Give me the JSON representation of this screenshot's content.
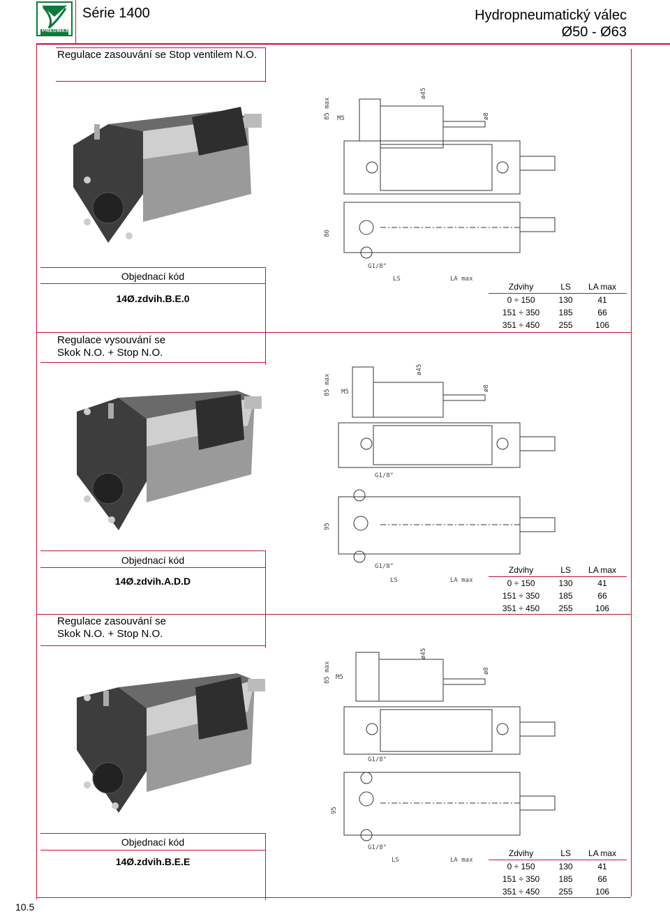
{
  "header": {
    "series": "Série 1400",
    "title_line1": "Hydropneumatický válec",
    "title_line2": "Ø50 - Ø63",
    "logo_text": "PNEUMAX"
  },
  "blocks": [
    {
      "title": "Regulace zasouvání se Stop ventilem N.O.",
      "order_label": "Objednací kód",
      "order_code": "14Ø.zdvih.B.E.0",
      "dims": {
        "height": "85 max",
        "bore": "ø45",
        "rod": "ø8",
        "port_small": "M5",
        "port": "G1/8\"",
        "side": "80",
        "ls": "LS",
        "la": "LA max"
      }
    },
    {
      "title_line1": "Regulace vysouvání se",
      "title_line2": "Skok N.O.  + Stop N.O.",
      "order_label": "Objednací kód",
      "order_code": "14Ø.zdvih.A.D.D",
      "dims": {
        "height": "85 max",
        "bore": "ø45",
        "rod": "ø8",
        "port_small": "M5",
        "port": "G1/8\"",
        "side": "95",
        "ls": "LS",
        "la": "LA max"
      }
    },
    {
      "title_line1": "Regulace zasouvání se",
      "title_line2": "Skok N.O.  + Stop N.O.",
      "order_label": "Objednací kód",
      "order_code": "14Ø.zdvih.B.E.E",
      "dims": {
        "height": "85 max",
        "bore": "ø45",
        "rod": "ø8",
        "port_small": "M5",
        "port": "G1/8\"",
        "side": "95",
        "ls": "LS",
        "la": "LA max"
      }
    }
  ],
  "spec_table": {
    "headers": [
      "Zdvihy",
      "LS",
      "LA max"
    ],
    "rows": [
      [
        "0  ÷ 150",
        "130",
        "41"
      ],
      [
        "151  ÷ 350",
        "185",
        "66"
      ],
      [
        "351  ÷ 450",
        "255",
        "106"
      ]
    ]
  },
  "page_number": "10.5",
  "colors": {
    "accent": "#c8102e",
    "logo_green": "#0a7a3a"
  }
}
